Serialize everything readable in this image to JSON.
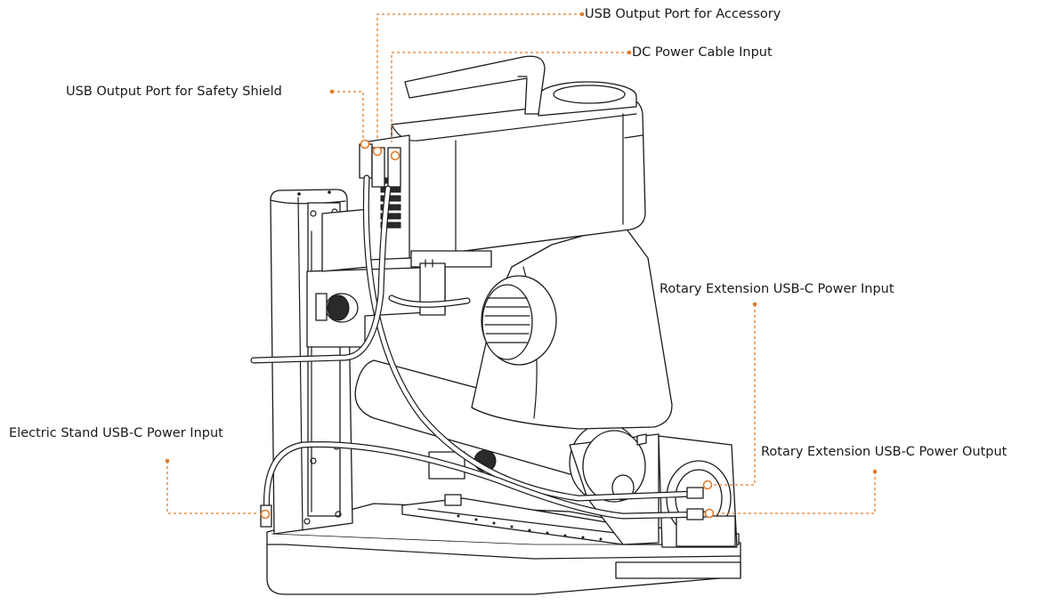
{
  "accent_color": "#e07b2a",
  "line_color": "#1a1a1a",
  "callouts": {
    "usb_accessory": "USB Output Port for Accessory",
    "dc_power": "DC Power Cable Input",
    "usb_safety_shield": "USB Output Port for Safety Shield",
    "rotary_usbc_input": "Rotary Extension USB-C Power Input",
    "electric_stand_usbc_input": "Electric Stand USB-C Power Input",
    "rotary_usbc_output": "Rotary Extension USB-C Power Output"
  }
}
